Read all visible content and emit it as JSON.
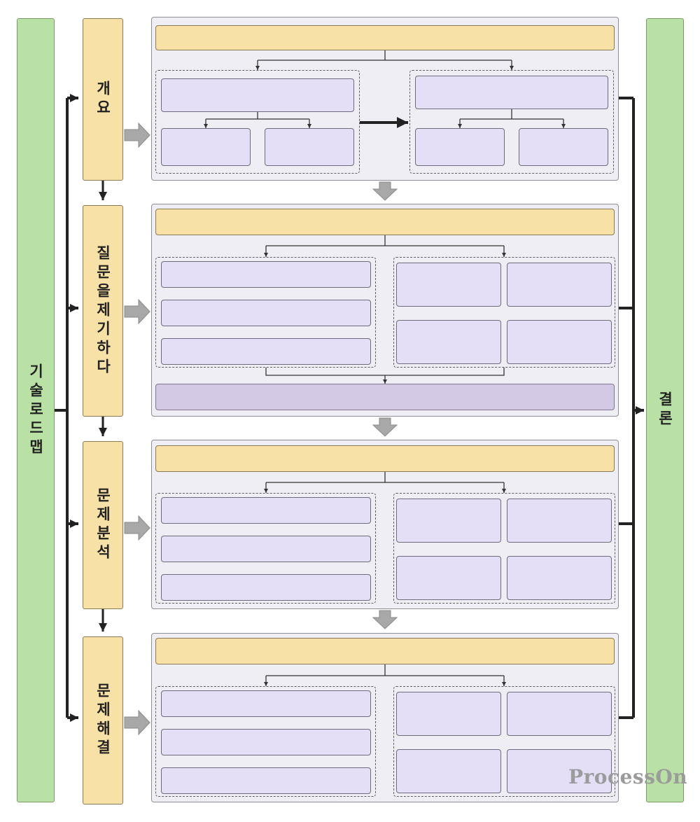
{
  "diagram": {
    "left_bar": {
      "label": "기술로드맵"
    },
    "right_bar": {
      "label": "결론"
    },
    "phases": [
      {
        "label": "개요"
      },
      {
        "label": "질문을제기하다"
      },
      {
        "label": "문제분석"
      },
      {
        "label": "문제해결"
      }
    ],
    "watermark": "ProcessOn",
    "colors": {
      "green_bar": "#b9e0a5",
      "phase_fill": "#f7e1a6",
      "panel_fill": "#efeef4",
      "box_fill": "#e4def6",
      "footer_fill": "#d3c9e4"
    }
  }
}
